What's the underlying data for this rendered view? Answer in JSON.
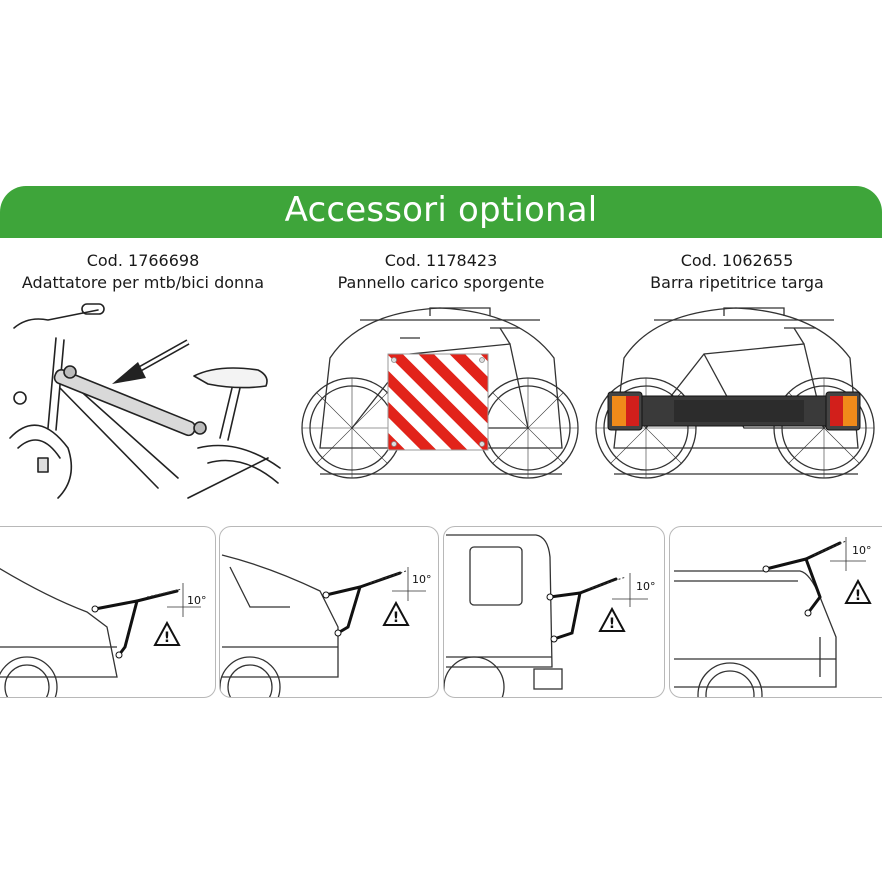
{
  "banner": {
    "title": "Accessori optional",
    "color": "#3ea53a"
  },
  "accessories": [
    {
      "code": "Cod. 1766698",
      "description": "Adattatore per mtb/bici donna",
      "image": "bike-frame-adapter-bar"
    },
    {
      "code": "Cod. 1178423",
      "description": "Pannello carico sporgente",
      "image": "red-white-warning-panel"
    },
    {
      "code": "Cod. 1062655",
      "description": "Barra ripetitrice targa",
      "image": "light-bar-with-tail-lights"
    }
  ],
  "mounting": {
    "angle_label": "10°",
    "warning_icon": "warning-triangle-icon",
    "diagrams": [
      {
        "vehicle": "sedan"
      },
      {
        "vehicle": "hatchback"
      },
      {
        "vehicle": "van"
      },
      {
        "vehicle": "station-wagon"
      }
    ]
  }
}
